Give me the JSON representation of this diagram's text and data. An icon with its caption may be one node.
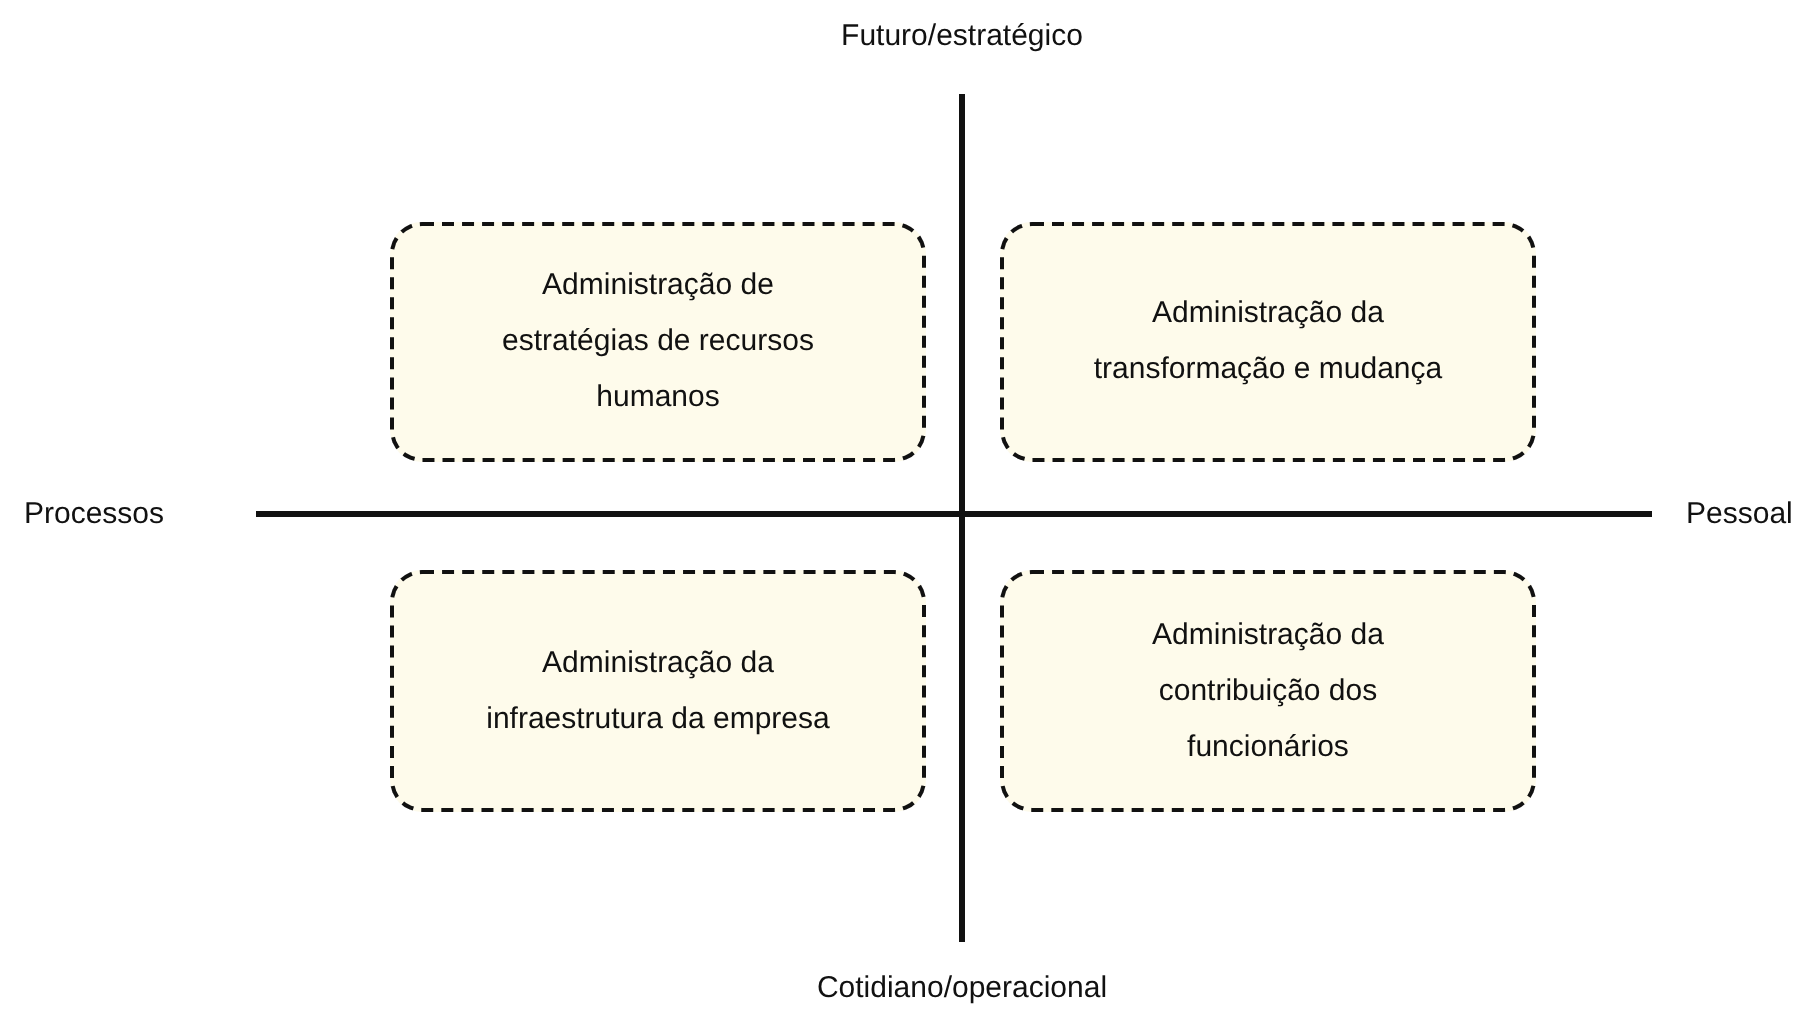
{
  "diagram": {
    "nodes": [
      {
        "text": [
          "Administração de estratégias de recursos humanos"
        ]
      },
      {
        "text": [
          "Administração da transformação e mudança"
        ]
      },
      {
        "text": [
          "Administração da infraestrutura da empresa"
        ]
      },
      {
        "text": [
          "Administração da contribuição dos funcionários"
        ]
      }
    ],
    "labels": [
      "Futuro/estratégico",
      "Processos",
      "Pessoal",
      "Cotidiano/operacional"
    ]
  }
}
